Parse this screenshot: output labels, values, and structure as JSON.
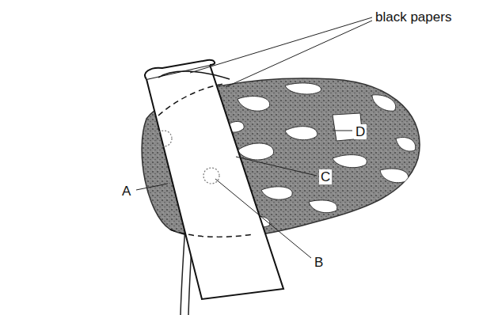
{
  "diagram": {
    "labels": [
      "black papers",
      "A",
      "B",
      "C",
      "D"
    ]
  }
}
